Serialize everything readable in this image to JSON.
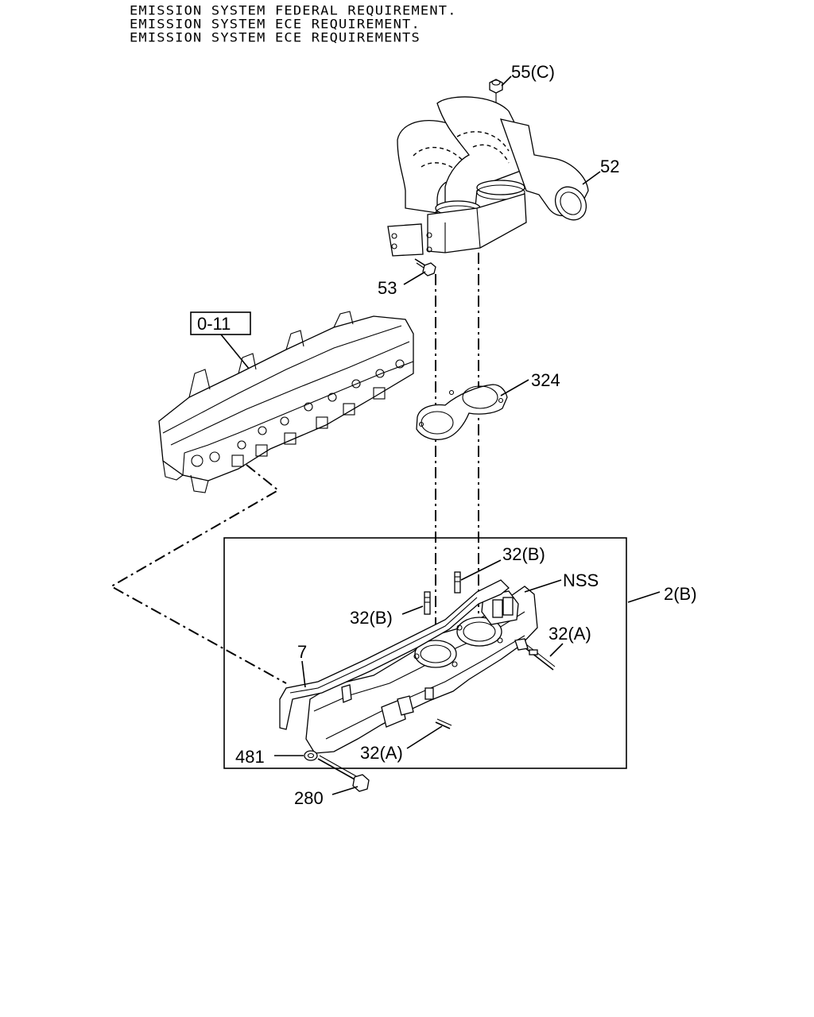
{
  "header": {
    "lines": [
      "EMISSION SYSTEM FEDERAL REQUIREMENT.",
      "EMISSION SYSTEM ECE REQUIREMENT.",
      "EMISSION SYSTEM ECE REQUIREMENTS"
    ]
  },
  "callouts": {
    "part_55c": "55(C)",
    "part_52": "52",
    "part_53": "53",
    "ref_0_11": "0-11",
    "part_324": "324",
    "part_32b_top": "32(B)",
    "part_nss": "NSS",
    "part_2b": "2(B)",
    "part_32b_left": "32(B)",
    "part_32a_right": "32(A)",
    "part_7": "7",
    "part_481": "481",
    "part_32a_bottom": "32(A)",
    "part_280": "280"
  }
}
